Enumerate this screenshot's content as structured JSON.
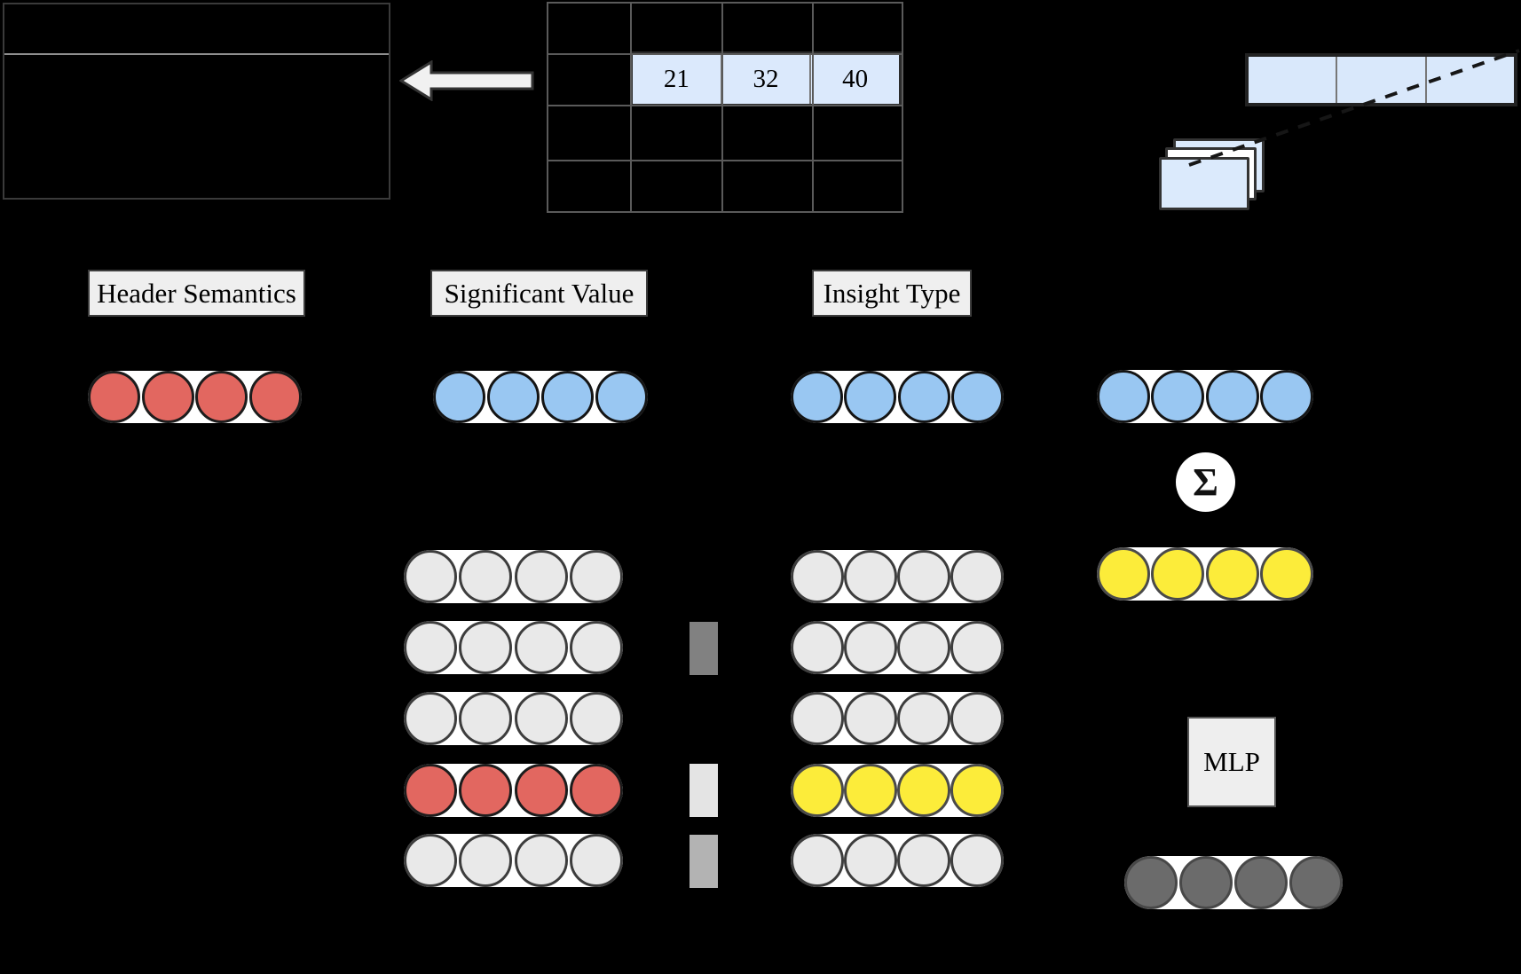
{
  "figure": {
    "background": "#000000",
    "insight_card": {
      "border_color": "#3a3a3a",
      "divider_color": "#8f8f8f"
    },
    "arrow_icon": {
      "fill": "#f1f1f1",
      "stroke": "#333333"
    },
    "data_table": {
      "rows": 4,
      "cols": 4,
      "grid_color": "#5a5a5a",
      "highlight": {
        "fill": "#dbe9fc",
        "border_color": "#2b2b2b",
        "divider_color": "#777777",
        "values": [
          "21",
          "32",
          "40"
        ]
      }
    },
    "cell_vector_bar": {
      "cells": 3,
      "fill": "#d9e8fb",
      "border_color": "#222222"
    },
    "card_stack": {
      "border_color": "#333333",
      "fills": [
        "#dbeafc",
        "#ffffff",
        "#dbeafc"
      ]
    },
    "dashed_link_color": "#161616",
    "column_labels": [
      {
        "id": "header-semantics",
        "text": "Header Semantics"
      },
      {
        "id": "significant-value",
        "text": "Significant Value"
      },
      {
        "id": "insight-type",
        "text": "Insight Type"
      }
    ],
    "sigma_symbol": "Σ",
    "mlp_label": "MLP",
    "palette": {
      "red": {
        "fill": "#e26760",
        "stroke": "#1c1c1c"
      },
      "blue": {
        "fill": "#99c7f2",
        "stroke": "#141414"
      },
      "gray": {
        "fill": "#e9e9e9",
        "stroke": "#3d3d3d"
      },
      "yellow": {
        "fill": "#fcec3a",
        "stroke": "#4a4a4a"
      },
      "dark": {
        "fill": "#6b6b6b",
        "stroke": "#484848"
      },
      "pill": "#ffffff"
    },
    "embedding_rows": [
      {
        "name": "header-semantics-embedding",
        "color": "red"
      },
      {
        "name": "significant-value-embedding",
        "color": "blue"
      },
      {
        "name": "insight-type-embedding",
        "color": "blue"
      },
      {
        "name": "fused-embedding",
        "color": "blue"
      },
      {
        "name": "value-candidate-1",
        "color": "gray"
      },
      {
        "name": "value-candidate-2",
        "color": "gray"
      },
      {
        "name": "value-candidate-3",
        "color": "gray"
      },
      {
        "name": "value-candidate-selected",
        "color": "red"
      },
      {
        "name": "value-candidate-5",
        "color": "gray"
      },
      {
        "name": "type-candidate-1",
        "color": "gray"
      },
      {
        "name": "type-candidate-2",
        "color": "gray"
      },
      {
        "name": "type-candidate-3",
        "color": "gray"
      },
      {
        "name": "type-candidate-selected",
        "color": "yellow"
      },
      {
        "name": "type-candidate-5",
        "color": "gray"
      },
      {
        "name": "attended-embedding",
        "color": "yellow"
      },
      {
        "name": "output-embedding",
        "color": "dark"
      }
    ],
    "attention_bars": [
      {
        "name": "attention-weight-1",
        "shade": "#818181"
      },
      {
        "name": "attention-weight-2",
        "shade": "#e4e4e4"
      },
      {
        "name": "attention-weight-3",
        "shade": "#b3b3b3"
      }
    ]
  }
}
